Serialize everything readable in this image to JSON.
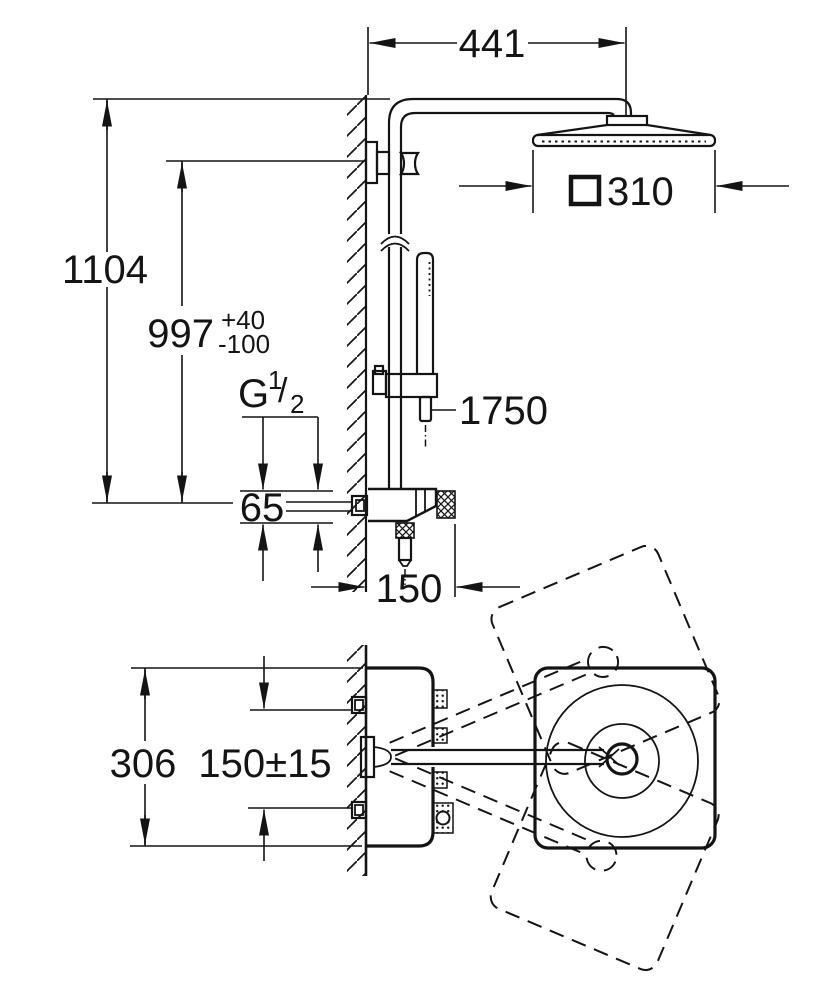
{
  "front_view": {
    "arm_projection": "441",
    "head_size": "310",
    "total_height": "1104",
    "supply_height": "997",
    "supply_tol_plus": "+40",
    "supply_tol_minus": "-100",
    "thread_letter": "G",
    "thread_numerator": "1",
    "thread_slash": "/",
    "thread_denominator": "2",
    "hose_length": "1750",
    "valve_offset": "65",
    "valve_depth": "150"
  },
  "plan_view": {
    "head_depth": "306",
    "inlet_spacing": "150±15"
  },
  "colors": {
    "ink": "#141414",
    "background": "#ffffff"
  }
}
